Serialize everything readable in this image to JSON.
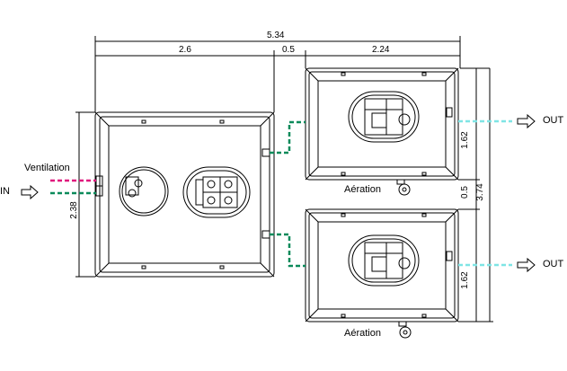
{
  "dimensions": {
    "total_width": "5.34",
    "left_width": "2.6",
    "gap": "0.5",
    "right_width": "2.24",
    "left_height": "2.38",
    "right_top_height": "1.62",
    "right_gap": "0.5",
    "right_bottom_height": "1.62",
    "right_total_height": "3.74"
  },
  "labels": {
    "ventilation": "Ventilation",
    "inlet": "IN",
    "outlet_top": "OUT",
    "outlet_bottom": "OUT",
    "aeration_top": "Aération",
    "aeration_bottom": "Aération"
  },
  "colors": {
    "ventilation_pipe": "#e0177d",
    "inlet_pipe": "#0a8a5a",
    "connector_pipe": "#0a8a5a",
    "outlet_pipe": "#7fe5e5",
    "line": "#000000"
  }
}
